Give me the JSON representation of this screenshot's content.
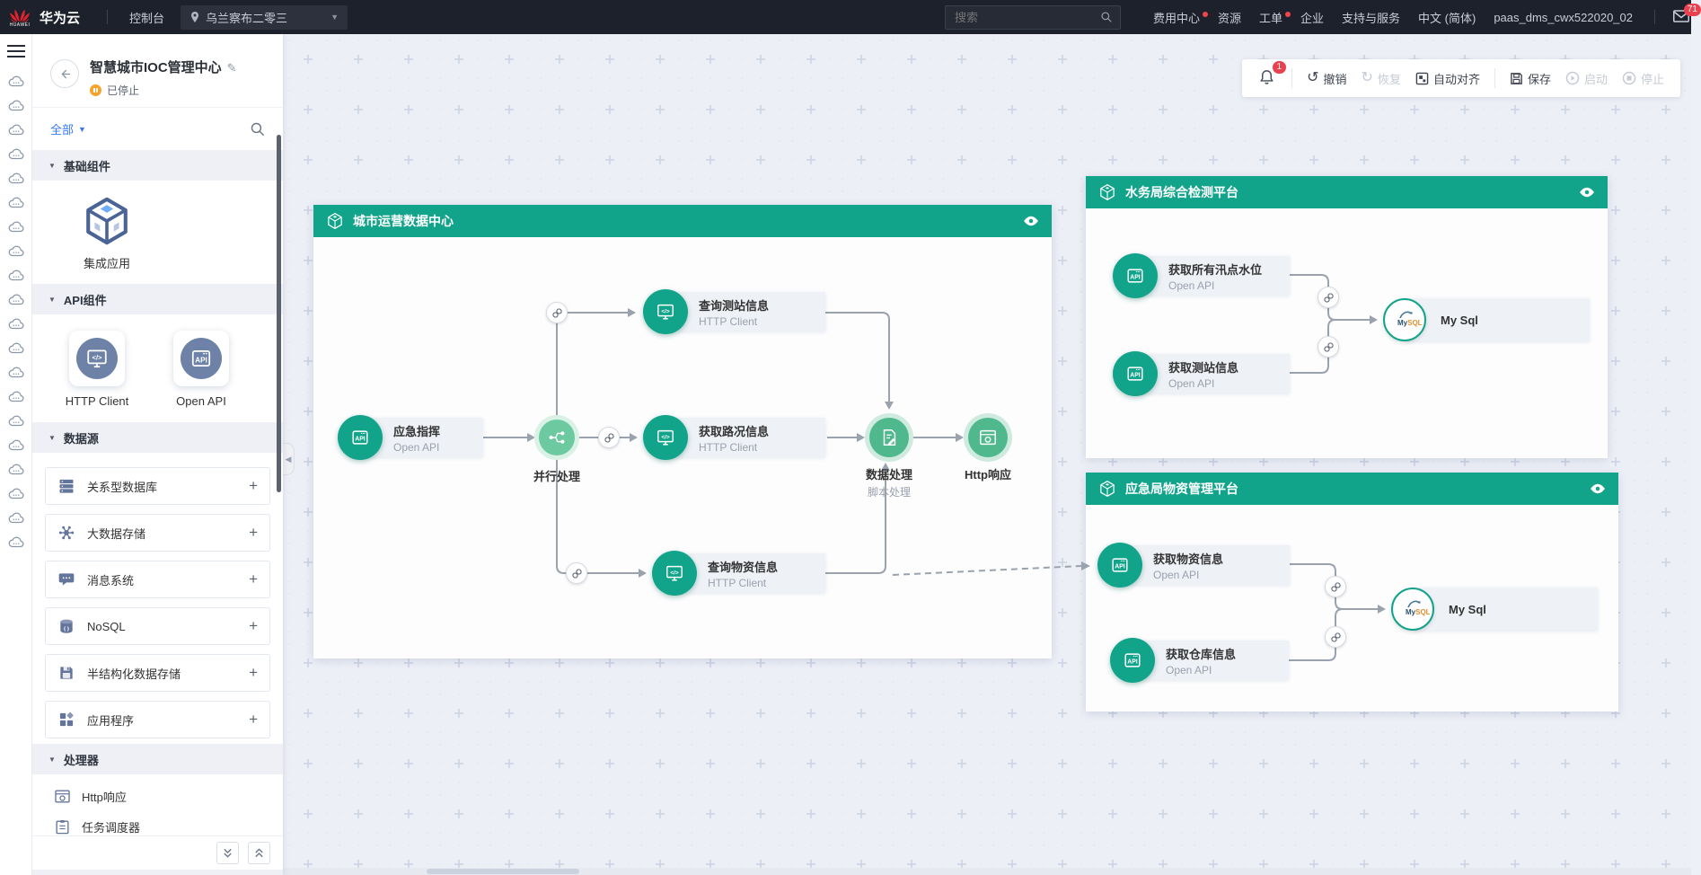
{
  "topbar": {
    "brand": "华为云",
    "brand_logo_text": "HUAWEI",
    "console_label": "控制台",
    "region": "乌兰察布二零三",
    "search_placeholder": "搜索",
    "menu": {
      "billing": "费用中心",
      "resources": "资源",
      "tickets": "工单",
      "enterprise": "企业",
      "support": "支持与服务",
      "language": "中文 (简体)",
      "account": "paas_dms_cwx522020_02"
    },
    "mail_badge": "71"
  },
  "panel": {
    "title": "智慧城市IOC管理中心",
    "status_label": "已停止",
    "filter_label": "全部",
    "sections": {
      "basic_label": "基础组件",
      "basic_item": "集成应用",
      "api_label": "API组件",
      "api_items": [
        "HTTP Client",
        "Open API"
      ],
      "datasource_label": "数据源",
      "datasource_items": [
        "关系型数据库",
        "大数据存储",
        "消息系统",
        "NoSQL",
        "半结构化数据存储",
        "应用程序"
      ],
      "processor_label": "处理器",
      "processor_items": [
        "Http响应",
        "任务调度器"
      ]
    }
  },
  "toolbar": {
    "notify_badge": "1",
    "undo_label": "撤销",
    "redo_label": "恢复",
    "align_label": "自动对齐",
    "save_label": "保存",
    "start_label": "启动",
    "stop_label": "停止"
  },
  "flow": {
    "groups": [
      {
        "title": "城市运营数据中心",
        "nodes": {
          "emergency": {
            "title": "应急指挥",
            "subtitle": "Open API"
          },
          "parallel": {
            "title": "并行处理"
          },
          "station": {
            "title": "查询测站信息",
            "subtitle": "HTTP Client"
          },
          "traffic": {
            "title": "获取路况信息",
            "subtitle": "HTTP Client"
          },
          "supplies": {
            "title": "查询物资信息",
            "subtitle": "HTTP Client"
          },
          "script": {
            "title": "数据处理",
            "subtitle": "脚本处理"
          },
          "httpres": {
            "title": "Http响应"
          }
        }
      },
      {
        "title": "水务局综合检测平台",
        "nodes": {
          "flood": {
            "title": "获取所有汛点水位",
            "subtitle": "Open API"
          },
          "station": {
            "title": "获取测站信息",
            "subtitle": "Open API"
          },
          "mysql": {
            "title": "My Sql"
          }
        }
      },
      {
        "title": "应急局物资管理平台",
        "nodes": {
          "supplies": {
            "title": "获取物资信息",
            "subtitle": "Open API"
          },
          "warehouse": {
            "title": "获取仓库信息",
            "subtitle": "Open API"
          },
          "mysql": {
            "title": "My Sql"
          }
        }
      }
    ]
  },
  "glyphs": {
    "api": "API",
    "code": "</>",
    "curly": "{ }",
    "mysql_my": "My",
    "mysql_sql": "SQL"
  },
  "sidebar": {
    "icon_count": 20
  },
  "colors": {
    "teal": "#12a48b",
    "topbar_bg": "#1d212b",
    "badge_red": "#e9414d",
    "status_orange": "#f8a22b",
    "link_blue": "#3978f2"
  }
}
